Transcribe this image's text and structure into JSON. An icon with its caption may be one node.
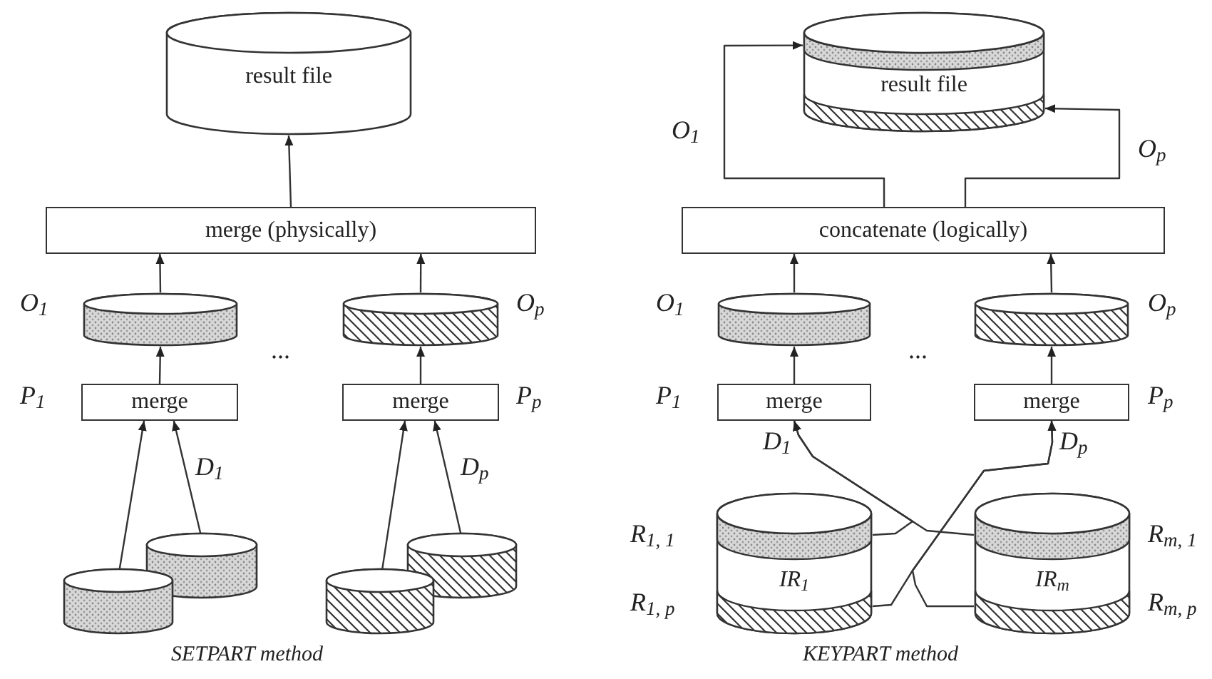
{
  "diagram": {
    "nodes": [
      {
        "text": [
          "result file"
        ]
      },
      {
        "text": [
          "merge (physically)"
        ]
      },
      {
        "text": [],
        "shape": "cylinder",
        "beside": [
          "O$_{1}$"
        ]
      },
      {
        "text": [],
        "shape": "cylinder",
        "beside": [
          "O$_{p}$"
        ]
      },
      {
        "text": [
          "merge"
        ],
        "beside": [
          "P$_{1}$"
        ]
      },
      {
        "text": [
          "merge"
        ],
        "beside": [
          "P$_{p}$"
        ]
      },
      {
        "text": [],
        "shape": "cylinder"
      },
      {
        "text": [],
        "shape": "cylinder"
      },
      {
        "text": [],
        "shape": "cylinder"
      },
      {
        "text": [],
        "shape": "cylinder"
      },
      {
        "text": [
          "result file"
        ]
      },
      {
        "text": [
          "concatenate (logically)"
        ]
      },
      {
        "text": [],
        "shape": "cylinder",
        "beside": [
          "O$_{1}$"
        ]
      },
      {
        "text": [],
        "shape": "cylinder",
        "beside": [
          "O$_{p}$"
        ]
      },
      {
        "text": [
          "merge"
        ],
        "beside": [
          "P$_{1}$"
        ]
      },
      {
        "text": [
          "merge"
        ],
        "beside": [
          "P$_{p}$"
        ]
      },
      {
        "text": [
          "IR$_{1}$"
        ],
        "beside": [
          "R$_{1, 1}$",
          "R$_{1, p}$"
        ]
      },
      {
        "text": [
          "IR$_{m}$"
        ],
        "beside": [
          "R$_{m, 1}$",
          "R$_{m, p}$"
        ]
      }
    ],
    "edges": [
      {
        "from": 1,
        "to": 0,
        "arrow": "to"
      },
      {
        "from": 2,
        "to": 1,
        "arrow": "to"
      },
      {
        "from": 3,
        "to": 1,
        "arrow": "to"
      },
      {
        "from": 4,
        "to": 2,
        "arrow": "to"
      },
      {
        "from": 5,
        "to": 3,
        "arrow": "to"
      },
      {
        "from": 6,
        "to": 4,
        "arrow": "to"
      },
      {
        "from": 7,
        "to": 4,
        "arrow": "to",
        "label": "D$_{1}$"
      },
      {
        "from": 8,
        "to": 5,
        "arrow": "to"
      },
      {
        "from": 9,
        "to": 5,
        "arrow": "to",
        "label": "D$_{p}$"
      },
      {
        "from": 11,
        "to": 10,
        "arrow": "to",
        "label": "O$_{1}$"
      },
      {
        "from": 11,
        "to": 10,
        "arrow": "to",
        "label": "O$_{p}$"
      },
      {
        "from": 12,
        "to": 11,
        "arrow": "to"
      },
      {
        "from": 13,
        "to": 11,
        "arrow": "to"
      },
      {
        "from": 14,
        "to": 12,
        "arrow": "to"
      },
      {
        "from": 15,
        "to": 13,
        "arrow": "to"
      },
      {
        "from": 16,
        "to": 14,
        "arrow": "to"
      },
      {
        "from": 16,
        "to": 15,
        "arrow": "to",
        "label": "D$_{p}$"
      },
      {
        "from": 17,
        "to": 14,
        "arrow": "to",
        "label": "D$_{1}$"
      },
      {
        "from": 17,
        "to": 15,
        "arrow": "to"
      }
    ],
    "labels": [
      "...",
      "...",
      "SETPART method",
      "KEYPART method"
    ]
  }
}
